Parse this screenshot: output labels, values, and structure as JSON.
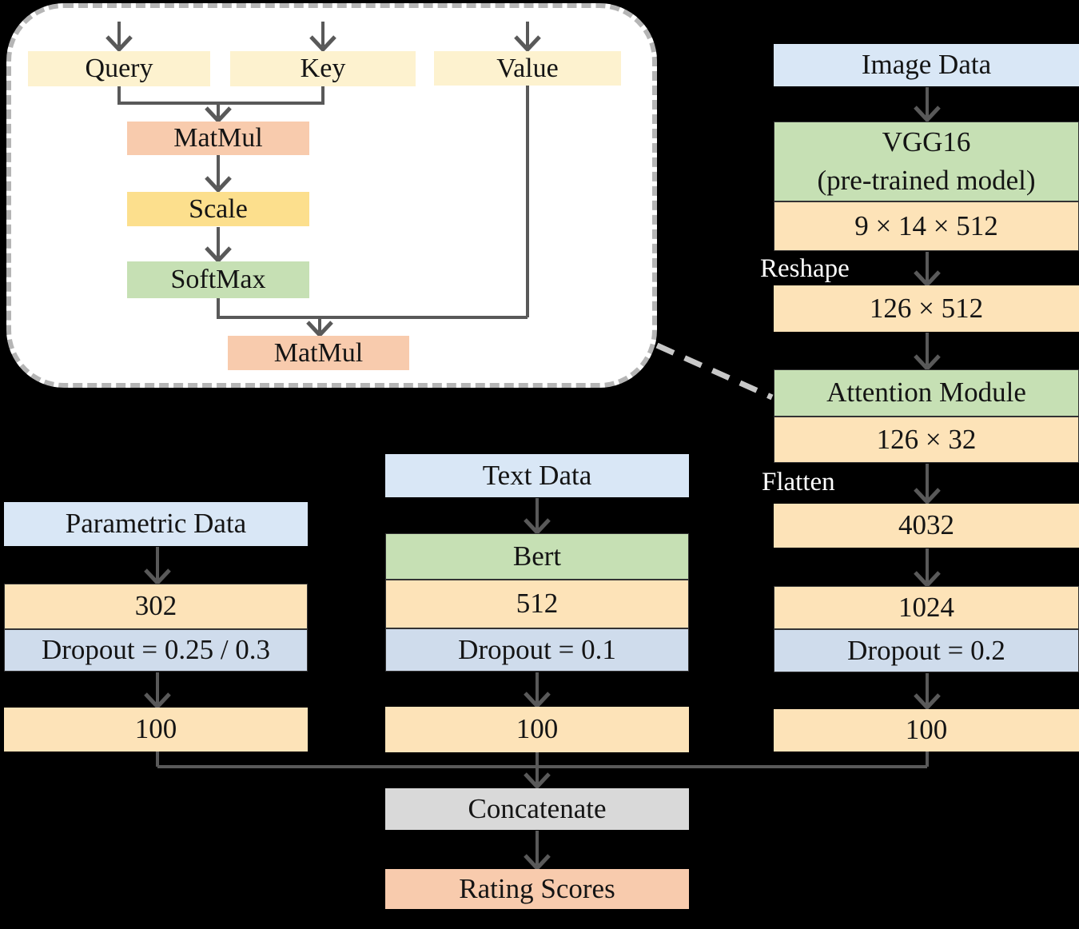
{
  "background_color": "#000000",
  "colors": {
    "panel_background": "#ffffff",
    "panel_dashed_border": "#b5b5b5",
    "connector_dashed": "#c8c8c8",
    "arrow_line": "#595959",
    "box_cream": "#fdf2cf",
    "box_yellow": "#fcdf8d",
    "box_salmon": "#f8cbad",
    "box_green": "#c6e0b4",
    "box_blue_header": "#d9e7f6",
    "box_peach": "#fde3b8",
    "box_dropout_blue": "#cfdcec",
    "box_gray": "#d9d9d9",
    "side_label_text": "#ffffff"
  },
  "attention_detail": {
    "query": "Query",
    "key": "Key",
    "value": "Value",
    "matmul_1": "MatMul",
    "scale": "Scale",
    "softmax": "SoftMax",
    "matmul_2": "MatMul"
  },
  "image_branch": {
    "input": "Image Data",
    "backbone_line1": "VGG16",
    "backbone_line2": "(pre-trained model)",
    "feature_shape": "9 × 14 × 512",
    "reshape_label": "Reshape",
    "reshaped_shape": "126 × 512",
    "attention_module": "Attention Module",
    "attention_output_shape": "126 × 32",
    "flatten_label": "Flatten",
    "flatten_size": "4032",
    "dense_1": "1024",
    "dropout": "Dropout = 0.2",
    "dense_2": "100"
  },
  "text_branch": {
    "input": "Text Data",
    "encoder": "Bert",
    "embedding_size": "512",
    "dropout": "Dropout = 0.1",
    "dense": "100"
  },
  "parametric_branch": {
    "input": "Parametric Data",
    "feature_size": "302",
    "dropout": "Dropout = 0.25 / 0.3",
    "dense": "100"
  },
  "fusion": {
    "concatenate": "Concatenate",
    "output": "Rating Scores"
  }
}
